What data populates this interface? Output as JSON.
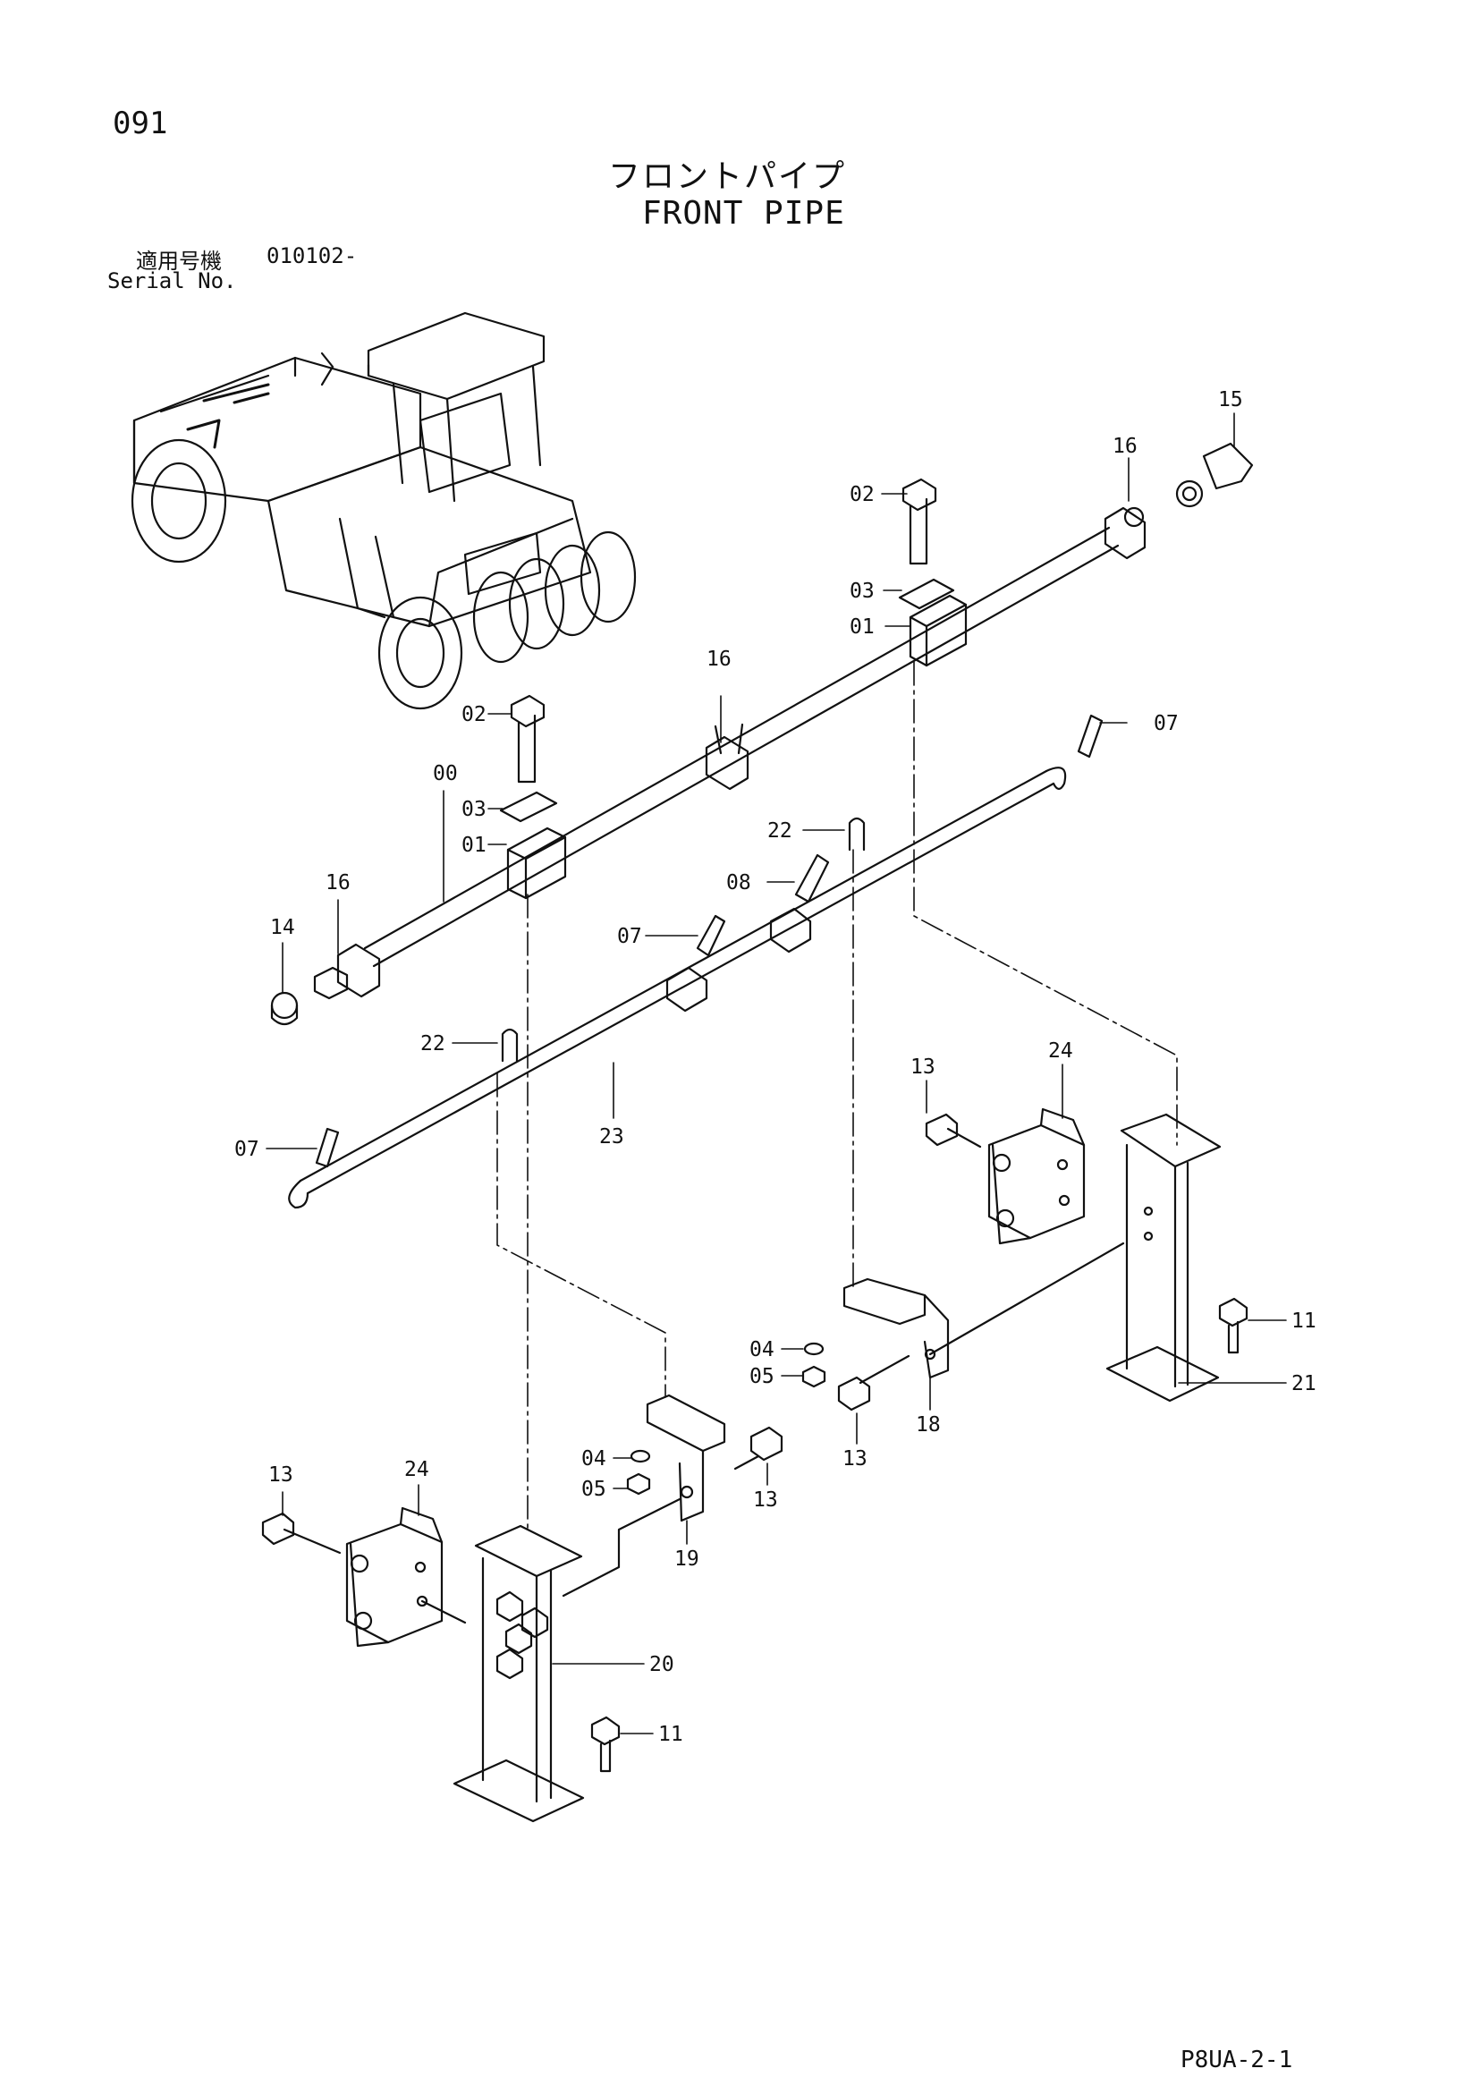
{
  "page": {
    "number": "091",
    "title_jp": "フロントパイプ",
    "title_en": "FRONT PIPE",
    "serial_label_jp": "適用号機",
    "serial_value": "010102-",
    "serial_label_en": "Serial No.",
    "footer_code": "P8UA-2-1"
  },
  "callouts": [
    {
      "id": "c-15",
      "label": "15"
    },
    {
      "id": "c-16a",
      "label": "16"
    },
    {
      "id": "c-02a",
      "label": "02"
    },
    {
      "id": "c-03a",
      "label": "03"
    },
    {
      "id": "c-01a",
      "label": "01"
    },
    {
      "id": "c-16b",
      "label": "16"
    },
    {
      "id": "c-02b",
      "label": "02"
    },
    {
      "id": "c-07a",
      "label": "07"
    },
    {
      "id": "c-00",
      "label": "00"
    },
    {
      "id": "c-03b",
      "label": "03"
    },
    {
      "id": "c-22a",
      "label": "22"
    },
    {
      "id": "c-01b",
      "label": "01"
    },
    {
      "id": "c-08",
      "label": "08"
    },
    {
      "id": "c-16c",
      "label": "16"
    },
    {
      "id": "c-07b",
      "label": "07"
    },
    {
      "id": "c-14",
      "label": "14"
    },
    {
      "id": "c-22b",
      "label": "22"
    },
    {
      "id": "c-23",
      "label": "23"
    },
    {
      "id": "c-13a",
      "label": "13"
    },
    {
      "id": "c-24a",
      "label": "24"
    },
    {
      "id": "c-07c",
      "label": "07"
    },
    {
      "id": "c-11a",
      "label": "11"
    },
    {
      "id": "c-04a",
      "label": "04"
    },
    {
      "id": "c-21",
      "label": "21"
    },
    {
      "id": "c-05a",
      "label": "05"
    },
    {
      "id": "c-18",
      "label": "18"
    },
    {
      "id": "c-13b",
      "label": "13"
    },
    {
      "id": "c-13c",
      "label": "13"
    },
    {
      "id": "c-24b",
      "label": "24"
    },
    {
      "id": "c-04b",
      "label": "04"
    },
    {
      "id": "c-05b",
      "label": "05"
    },
    {
      "id": "c-13d",
      "label": "13"
    },
    {
      "id": "c-19",
      "label": "19"
    },
    {
      "id": "c-20",
      "label": "20"
    },
    {
      "id": "c-11b",
      "label": "11"
    }
  ]
}
